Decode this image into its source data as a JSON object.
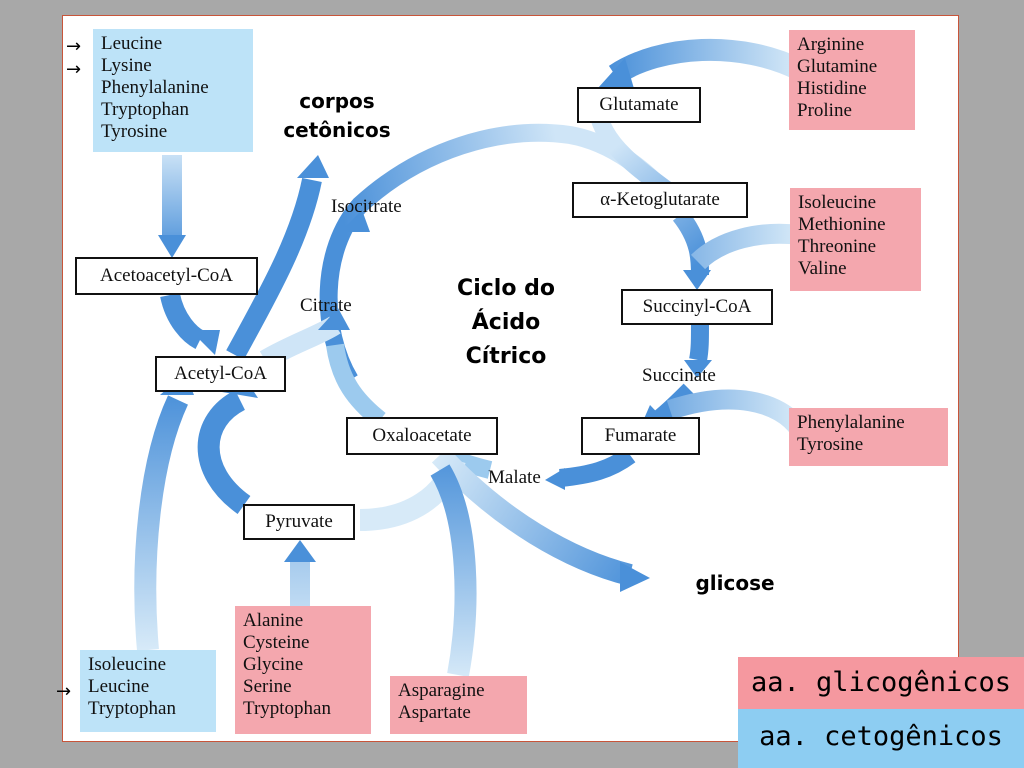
{
  "cycle_title": [
    "Ciclo do",
    "Ácido",
    "Cítrico"
  ],
  "annotations": {
    "ketone_bodies": [
      "corpos",
      "cetônicos"
    ],
    "glucose": "glicose"
  },
  "intermediates": {
    "glutamate": "Glutamate",
    "alpha_ketoglutarate": "α-Ketoglutarate",
    "succinyl_coa": "Succinyl-CoA",
    "succinate": "Succinate",
    "fumarate": "Fumarate",
    "malate": "Malate",
    "oxaloacetate": "Oxaloacetate",
    "citrate": "Citrate",
    "isocitrate": "Isocitrate",
    "acetoacetyl_coa": "Acetoacetyl-CoA",
    "acetyl_coa": "Acetyl-CoA",
    "pyruvate": "Pyruvate"
  },
  "amino_acid_groups": {
    "ketogenic_top": [
      "Leucine",
      "Lysine",
      "Phenylalanine",
      "Tryptophan",
      "Tyrosine"
    ],
    "ketogenic_bottom": [
      "Isoleucine",
      "Leucine",
      "Tryptophan"
    ],
    "to_glutamate": [
      "Arginine",
      "Glutamine",
      "Histidine",
      "Proline"
    ],
    "to_succinyl": [
      "Isoleucine",
      "Methionine",
      "Threonine",
      "Valine"
    ],
    "to_fumarate": [
      "Phenylalanine",
      "Tyrosine"
    ],
    "to_pyruvate": [
      "Alanine",
      "Cysteine",
      "Glycine",
      "Serine",
      "Tryptophan"
    ],
    "to_oxaloacetate": [
      "Asparagine",
      "Aspartate"
    ]
  },
  "legend": {
    "glucogenic": "aa. glicogênicos",
    "ketogenic": "aa. cetogênicos"
  },
  "colors": {
    "glucogenic_fill": "#f4a7ae",
    "ketogenic_fill": "#bde3f8",
    "legend_glucogenic": "#f5989f",
    "legend_ketogenic": "#8dcdf2",
    "arrow_blue": "#4a90d9",
    "frame_border": "#c8553a"
  },
  "icons": {
    "marker": "right-arrow-icon",
    "marker_glyph": "→"
  }
}
